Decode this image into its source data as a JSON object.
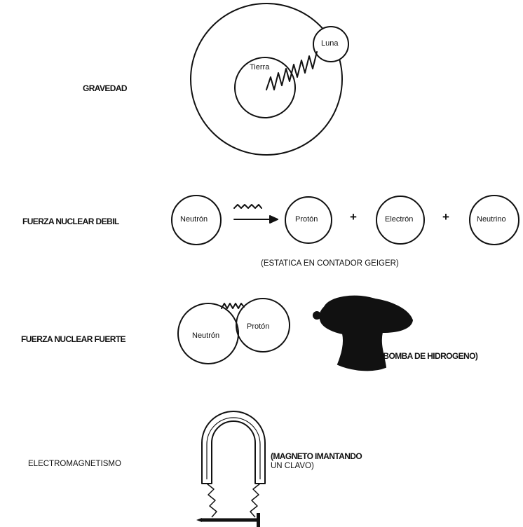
{
  "forces": {
    "gravity": {
      "label": "GRAVEDAD",
      "inner_body": "Tierra",
      "outer_body": "Luna"
    },
    "weak": {
      "label": "FUERZA NUCLEAR DEBIL",
      "reactant": "Neutrón",
      "products": [
        "Protón",
        "Electrón",
        "Neutrino"
      ],
      "operator": "+",
      "caption": "(ESTATICA EN CONTADOR GEIGER)"
    },
    "strong": {
      "label": "FUERZA NUCLEAR FUERTE",
      "particle_a": "Neutrón",
      "particle_b": "Protón",
      "caption": "(BOMBA DE HIDROGENO)"
    },
    "em": {
      "label": "ELECTROMAGNETISMO",
      "caption_line1": "(MAGNETO IMANTANDO",
      "caption_line2": "UN CLAVO)"
    }
  },
  "colors": {
    "ink": "#111111",
    "background": "#ffffff"
  }
}
